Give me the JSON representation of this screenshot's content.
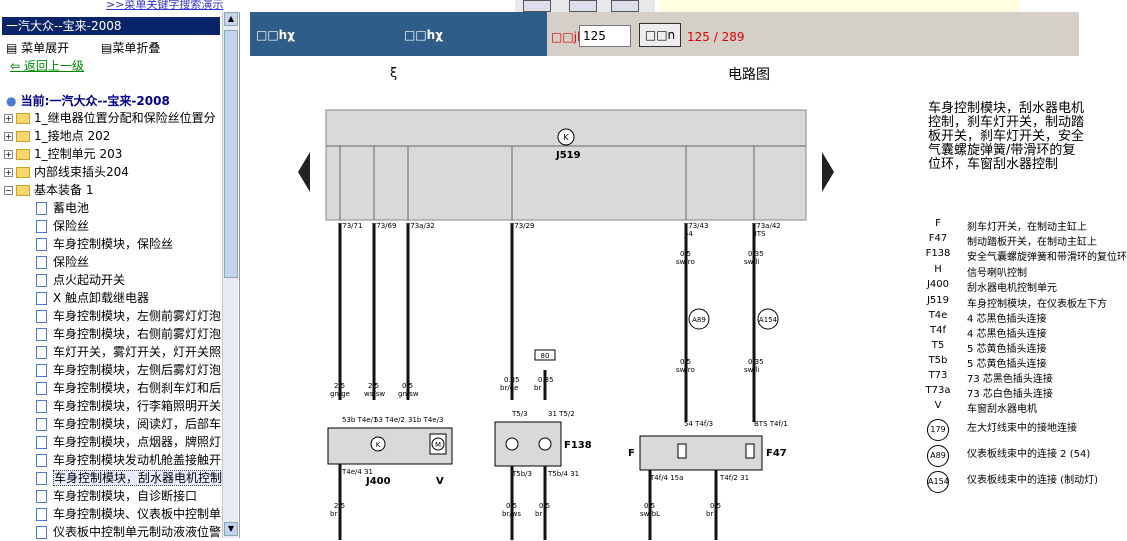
{
  "top": {
    "link": ">>菜单关键字搜索演示"
  },
  "sidebar": {
    "title": "一汽大众--宝来-2008",
    "expand": "菜单展开",
    "collapse": "菜单折叠",
    "back": "返回上一级",
    "current": "当前:一汽大众--宝来-2008",
    "tree": [
      {
        "kind": "folder",
        "label": "1_继电器位置分配和保险丝位置分"
      },
      {
        "kind": "folder",
        "label": "1_接地点 202"
      },
      {
        "kind": "folder",
        "label": "1_控制单元 203"
      },
      {
        "kind": "folder",
        "label": "内部线束插头204"
      },
      {
        "kind": "folder-open",
        "label": "基本装备 1"
      },
      {
        "kind": "doc",
        "label": "蓄电池"
      },
      {
        "kind": "doc",
        "label": "保险丝"
      },
      {
        "kind": "doc",
        "label": "车身控制模块，保险丝"
      },
      {
        "kind": "doc",
        "label": "保险丝"
      },
      {
        "kind": "doc",
        "label": "点火起动开关"
      },
      {
        "kind": "doc",
        "label": "X 触点卸载继电器"
      },
      {
        "kind": "doc",
        "label": "车身控制模块，左侧前雾灯灯泡"
      },
      {
        "kind": "doc",
        "label": "车身控制模块，右侧前雾灯灯泡"
      },
      {
        "kind": "doc",
        "label": "车灯开关，雾灯开关，灯开关照明"
      },
      {
        "kind": "doc",
        "label": "车身控制模块，左侧后雾灯灯泡"
      },
      {
        "kind": "doc",
        "label": "车身控制模块，右侧刹车灯和后"
      },
      {
        "kind": "doc",
        "label": "车身控制模块，行李箱照明开关"
      },
      {
        "kind": "doc",
        "label": "车身控制模块，阅读灯，后部车内"
      },
      {
        "kind": "doc",
        "label": "车身控制模块，点烟器，牌照灯"
      },
      {
        "kind": "doc",
        "label": "车身控制模块发动机舱盖接触开关"
      },
      {
        "kind": "doc",
        "label": "车身控制模块，刮水器电机控制",
        "selected": true
      },
      {
        "kind": "doc",
        "label": "车身控制模块，自诊断接口"
      },
      {
        "kind": "doc",
        "label": "车身控制模块、仪表板中控制单元"
      },
      {
        "kind": "doc",
        "label": "仪表板中控制单元制动液液位警"
      }
    ]
  },
  "header": {
    "label1": "□□hχ",
    "label2": "□□hχ",
    "nav_label": "□□jl",
    "page_input": "125",
    "go": "□□n",
    "page_info": "125 / 289"
  },
  "content": {
    "left_symbol": "ξ",
    "title": "电路图",
    "desc": "车身控制模块，刮水器电机控制，刹车灯开关，制动踏板开关，刹车灯开关，安全气囊螺旋弹簧/带滑环的复位环，车窗刮水器控制",
    "legend": [
      {
        "code": "F",
        "text": "刹车灯开关，在制动主缸上"
      },
      {
        "code": "F47",
        "text": "制动踏板开关，在制动主缸上"
      },
      {
        "code": "F138",
        "text": "安全气囊螺旋弹簧和带滑环的复位环"
      },
      {
        "code": "H",
        "text": "信号喇叭控制"
      },
      {
        "code": "J400",
        "text": "刮水器电机控制单元"
      },
      {
        "code": "J519",
        "text": "车身控制模块，在仪表板左下方"
      },
      {
        "code": "T4e",
        "text": "4 芯黑色插头连接"
      },
      {
        "code": "T4f",
        "text": "4 芯黑色插头连接"
      },
      {
        "code": "T5",
        "text": "5 芯黄色插头连接"
      },
      {
        "code": "T5b",
        "text": "5 芯黄色插头连接"
      },
      {
        "code": "T73",
        "text": "73 芯黑色插头连接"
      },
      {
        "code": "T73a",
        "text": "73 芯白色插头连接"
      },
      {
        "code": "V",
        "text": "车窗刮水器电机"
      },
      {
        "code": "179",
        "text": "左大灯线束中的接地连接",
        "circle": true
      },
      {
        "code": "A89",
        "text": "仪表板线束中的连接 2 (54)",
        "circle": true
      },
      {
        "code": "A154",
        "text": "仪表板线束中的连接 (制动灯)",
        "circle": true
      }
    ]
  },
  "diagram": {
    "module": "J519",
    "pins": [
      "T73/71",
      "T73/69",
      "T73a/32",
      "T73/29",
      "T73/43",
      "T73a/42"
    ],
    "pin_sig": [
      "",
      "",
      "",
      "",
      "54",
      "BTS"
    ],
    "wires": [
      {
        "size": "2.5",
        "color": "gn/ge"
      },
      {
        "size": "2.5",
        "color": "ws/sw"
      },
      {
        "size": "0.5",
        "color": "gn/sw"
      },
      {
        "size": "0.35",
        "color": "br/ge"
      },
      {
        "size": "0.35",
        "color": "br"
      },
      {
        "size": "0.5",
        "color": "sw/ro"
      },
      {
        "size": "0.35",
        "color": "sw/li"
      }
    ],
    "connectors": [
      "A89",
      "A154"
    ],
    "box80": "80",
    "j400": {
      "label": "J400",
      "motor": "V",
      "pins_top": [
        "53b T4e/1",
        "53 T4e/2",
        "31b T4e/3"
      ],
      "bottom": "T4e/4 31"
    },
    "f138": {
      "label": "F138",
      "top": [
        "T5/3",
        "31 T5/2"
      ],
      "bottom": [
        "T5b/3",
        "T5b/4 31"
      ]
    },
    "f47": {
      "label": "F47",
      "left": "F",
      "top": [
        "54 T4f/3",
        "BTS T4f/1"
      ],
      "bottom": [
        "T4f/4 15a",
        "T4f/2 31"
      ]
    },
    "bottom_wires": [
      {
        "size": "2.5",
        "color": "br"
      },
      {
        "size": "0.5",
        "color": "br/ws"
      },
      {
        "size": "0.5",
        "color": "br"
      },
      {
        "size": "0.5",
        "color": "sw/bL"
      },
      {
        "size": "0.5",
        "color": "br"
      }
    ],
    "lower_wires": [
      {
        "size": "0.5",
        "color": "sw/ro"
      },
      {
        "size": "0.35",
        "color": "sw/li"
      }
    ]
  }
}
